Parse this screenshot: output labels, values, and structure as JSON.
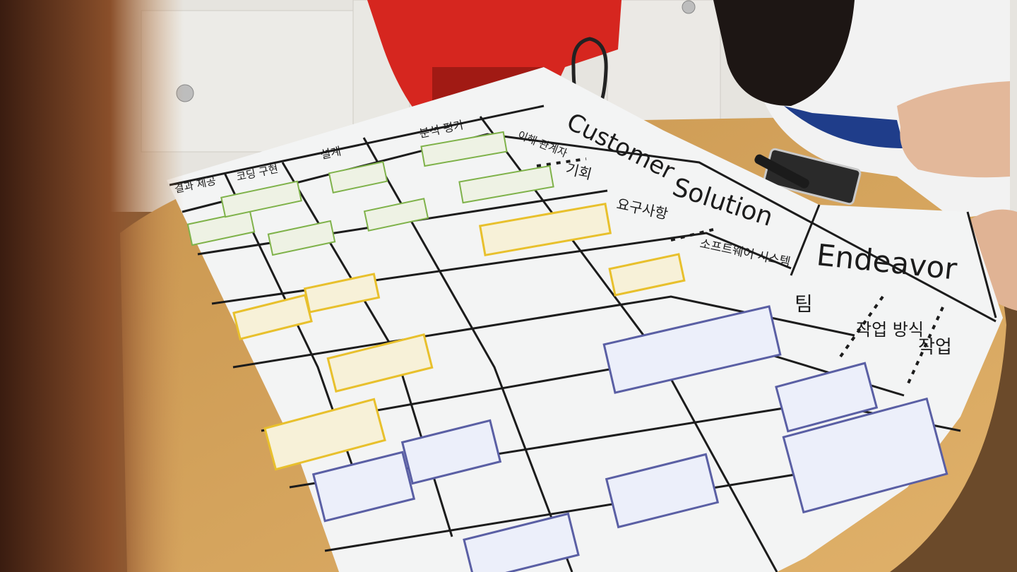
{
  "board": {
    "header_english": {
      "customer": "Customer",
      "solution": "Solution",
      "endeavor": "Endeavor"
    },
    "header_korean": {
      "col1": "결과 제공",
      "col2": "코딩 구현",
      "col3": "설계",
      "col4": "분석 평가",
      "col5": "이해 관계자",
      "col6": "기회",
      "col7": "요구사항",
      "col8": "소프트웨어 시스템",
      "col9": "팀",
      "col10": "작업 방식",
      "col11": "작업"
    }
  },
  "colors": {
    "table": "#d9aa5e",
    "paper": "#f3f4f4",
    "green_card": "#7fb24a",
    "yellow_card": "#e8c02c",
    "orange_card": "#d98a2a",
    "blue_card": "#5a5fa4",
    "red_shirt": "#d6261f",
    "wall": "#e9e7e3"
  }
}
